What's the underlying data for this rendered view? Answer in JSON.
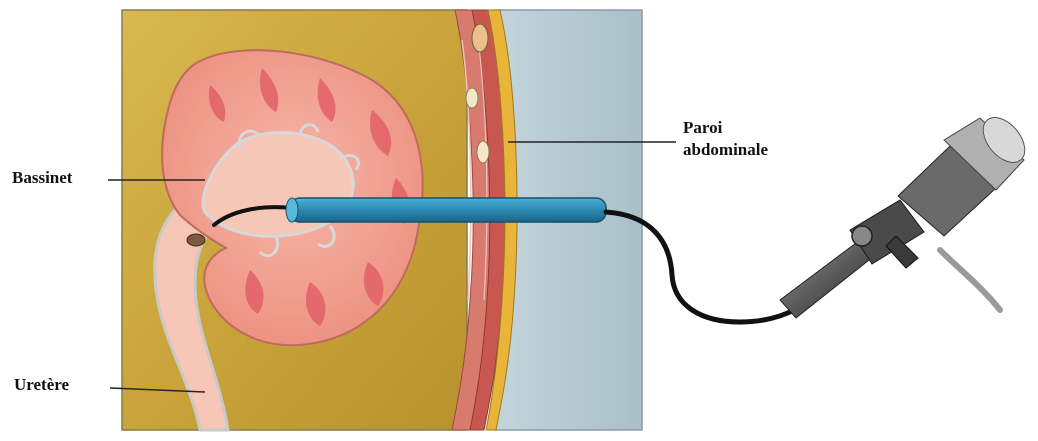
{
  "labels": {
    "bassinet": "Bassinet",
    "paroi_line1": "Paroi",
    "paroi_line2": "abdominale",
    "uretere": "Uretère"
  },
  "colors": {
    "background": "#ffffff",
    "panel_fat": "#c9a43a",
    "panel_fat_light": "#dcc06a",
    "skin_side": "#b9cdd6",
    "kidney_outer": "#f0a090",
    "kidney_cortex": "#e86f6c",
    "renal_pelvis": "#f6c7b6",
    "muscle_layer": "#c8584f",
    "fat_yellow": "#e8b53a",
    "tube_blue": "#2a8ab3",
    "cable_black": "#111111",
    "scope_gray": "#6a6a6a",
    "leader_line": "#222222"
  },
  "icons": {
    "kidney": "kidney-icon",
    "endoscope": "nephroscope-icon"
  }
}
